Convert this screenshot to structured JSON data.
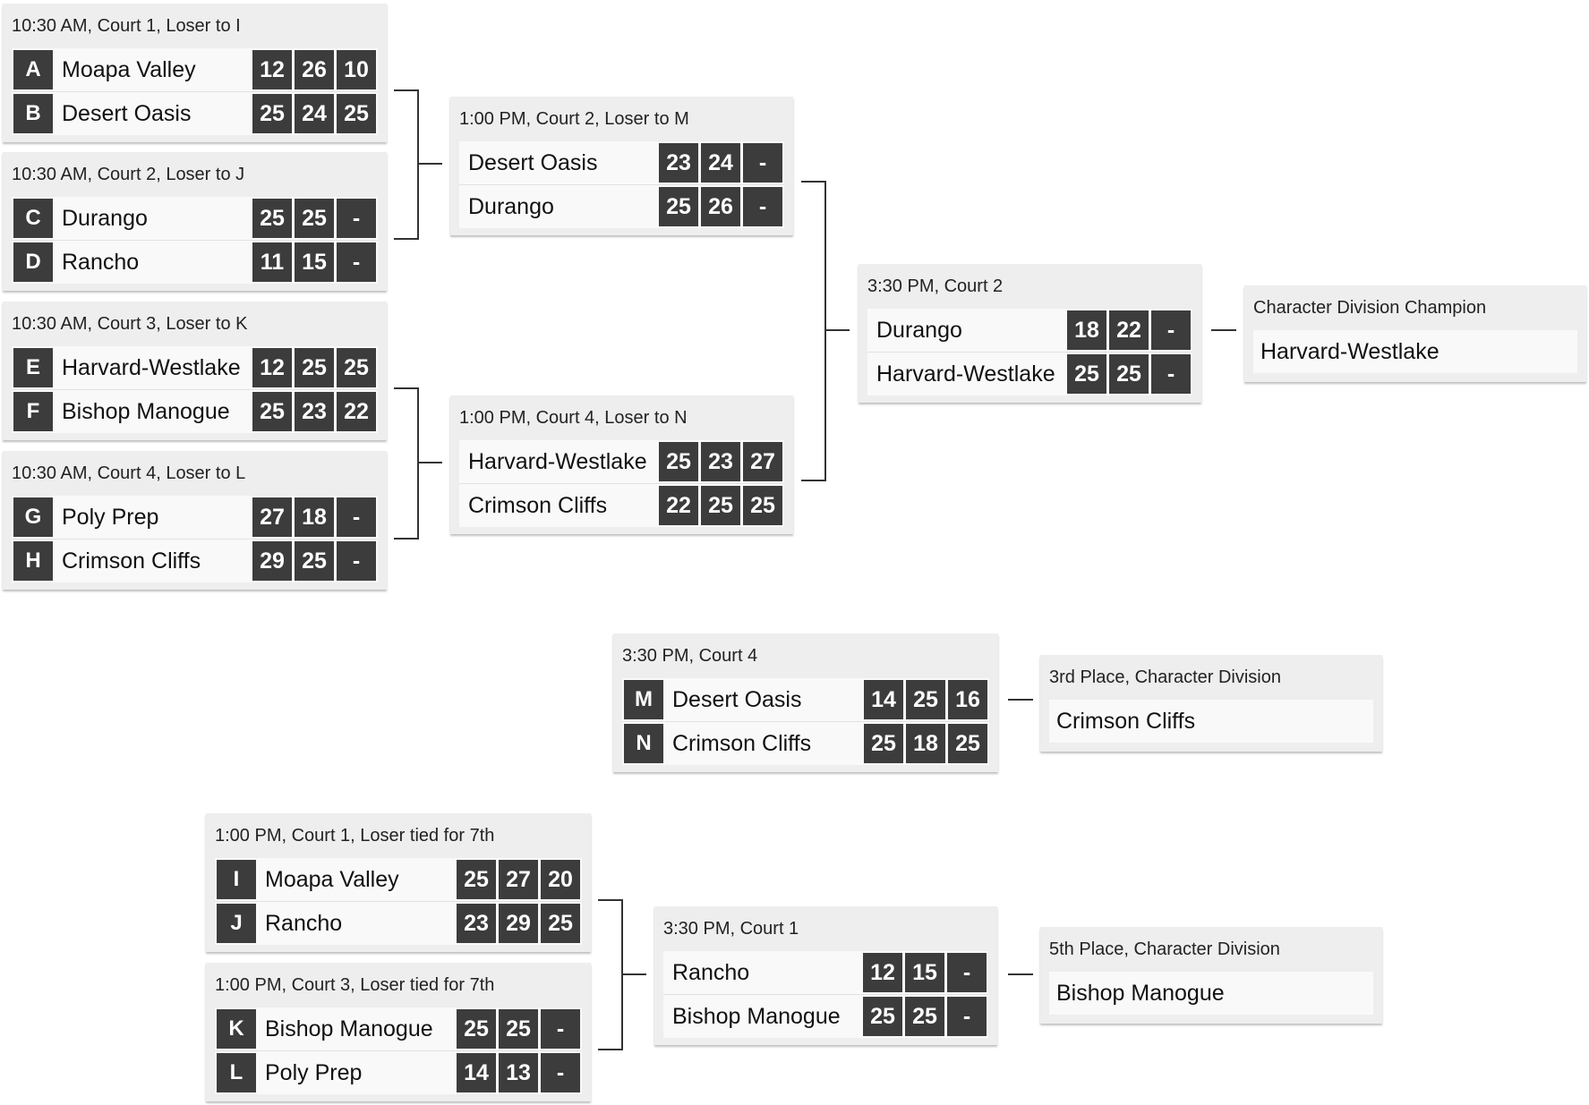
{
  "round1": [
    {
      "header": "10:30 AM, Court 1, Loser to I",
      "rows": [
        {
          "seed": "A",
          "team": "Moapa Valley",
          "scores": [
            "12",
            "26",
            "10"
          ]
        },
        {
          "seed": "B",
          "team": "Desert Oasis",
          "scores": [
            "25",
            "24",
            "25"
          ]
        }
      ]
    },
    {
      "header": "10:30 AM, Court 2, Loser to J",
      "rows": [
        {
          "seed": "C",
          "team": "Durango",
          "scores": [
            "25",
            "25",
            "-"
          ]
        },
        {
          "seed": "D",
          "team": "Rancho",
          "scores": [
            "11",
            "15",
            "-"
          ]
        }
      ]
    },
    {
      "header": "10:30 AM, Court 3, Loser to K",
      "rows": [
        {
          "seed": "E",
          "team": "Harvard-Westlake",
          "scores": [
            "12",
            "25",
            "25"
          ]
        },
        {
          "seed": "F",
          "team": "Bishop Manogue",
          "scores": [
            "25",
            "23",
            "22"
          ]
        }
      ]
    },
    {
      "header": "10:30 AM, Court 4, Loser to L",
      "rows": [
        {
          "seed": "G",
          "team": "Poly Prep",
          "scores": [
            "27",
            "18",
            "-"
          ]
        },
        {
          "seed": "H",
          "team": "Crimson Cliffs",
          "scores": [
            "29",
            "25",
            "-"
          ]
        }
      ]
    }
  ],
  "semis": [
    {
      "header": "1:00 PM, Court 2, Loser to M",
      "rows": [
        {
          "team": "Desert Oasis",
          "scores": [
            "23",
            "24",
            "-"
          ]
        },
        {
          "team": "Durango",
          "scores": [
            "25",
            "26",
            "-"
          ]
        }
      ]
    },
    {
      "header": "1:00 PM, Court 4, Loser to N",
      "rows": [
        {
          "team": "Harvard-Westlake",
          "scores": [
            "25",
            "23",
            "27"
          ]
        },
        {
          "team": "Crimson Cliffs",
          "scores": [
            "22",
            "25",
            "25"
          ]
        }
      ]
    }
  ],
  "final": {
    "header": "3:30 PM, Court 2",
    "rows": [
      {
        "team": "Durango",
        "scores": [
          "18",
          "22",
          "-"
        ]
      },
      {
        "team": "Harvard-Westlake",
        "scores": [
          "25",
          "25",
          "-"
        ]
      }
    ]
  },
  "champion": {
    "header": "Character Division Champion",
    "team": "Harvard-Westlake"
  },
  "third_match": {
    "header": "3:30 PM, Court 4",
    "rows": [
      {
        "seed": "M",
        "team": "Desert Oasis",
        "scores": [
          "14",
          "25",
          "16"
        ]
      },
      {
        "seed": "N",
        "team": "Crimson Cliffs",
        "scores": [
          "25",
          "18",
          "25"
        ]
      }
    ]
  },
  "third_place": {
    "header": "3rd Place, Character Division",
    "team": "Crimson Cliffs"
  },
  "consolation": [
    {
      "header": "1:00 PM, Court 1, Loser tied for 7th",
      "rows": [
        {
          "seed": "I",
          "team": "Moapa Valley",
          "scores": [
            "25",
            "27",
            "20"
          ]
        },
        {
          "seed": "J",
          "team": "Rancho",
          "scores": [
            "23",
            "29",
            "25"
          ]
        }
      ]
    },
    {
      "header": "1:00 PM, Court 3, Loser tied for 7th",
      "rows": [
        {
          "seed": "K",
          "team": "Bishop Manogue",
          "scores": [
            "25",
            "25",
            "-"
          ]
        },
        {
          "seed": "L",
          "team": "Poly Prep",
          "scores": [
            "14",
            "13",
            "-"
          ]
        }
      ]
    }
  ],
  "fifth_match": {
    "header": "3:30 PM, Court 1",
    "rows": [
      {
        "team": "Rancho",
        "scores": [
          "12",
          "15",
          "-"
        ]
      },
      {
        "team": "Bishop Manogue",
        "scores": [
          "25",
          "25",
          "-"
        ]
      }
    ]
  },
  "fifth_place": {
    "header": "5th Place, Character Division",
    "team": "Bishop Manogue"
  }
}
